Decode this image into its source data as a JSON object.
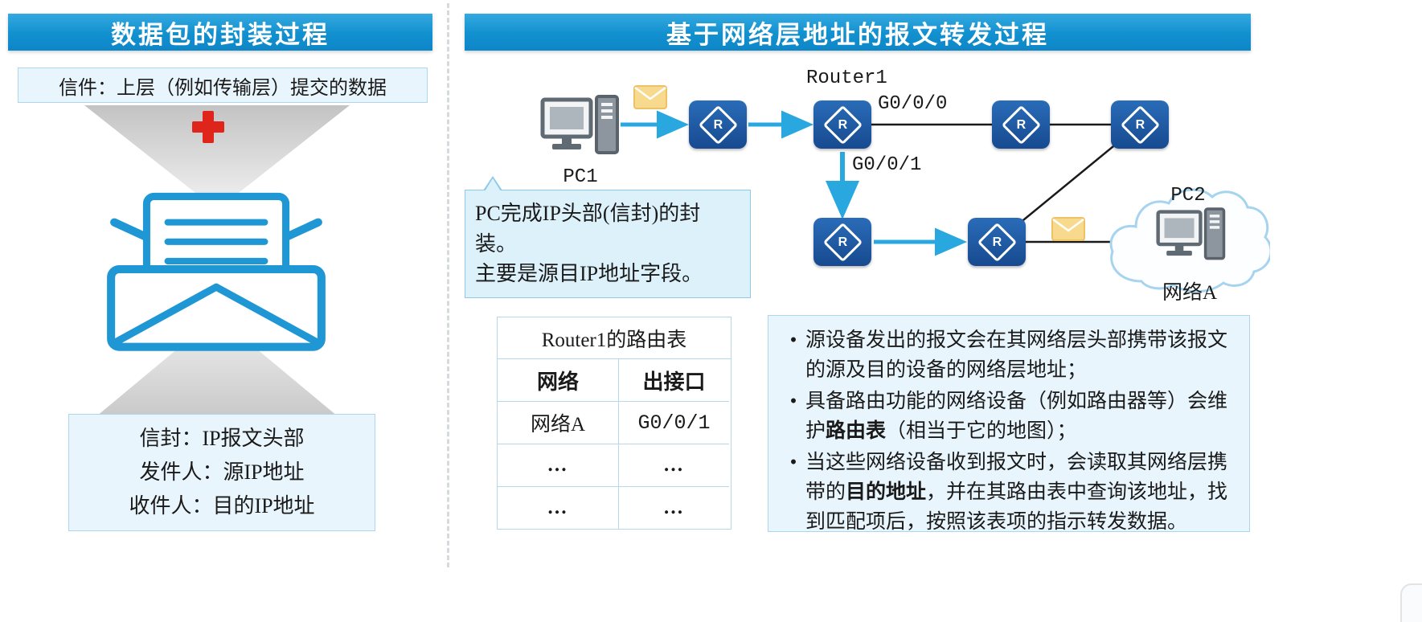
{
  "left_panel": {
    "title": "数据包的封装过程",
    "top_box": "信件：上层（例如传输层）提交的数据",
    "bottom_box": {
      "line1": "信封：IP报文头部",
      "line2": "发件人：源IP地址",
      "line3": "收件人：目的IP地址"
    }
  },
  "right_panel": {
    "title": "基于网络层地址的报文转发过程",
    "topology": {
      "pc1_label": "PC1",
      "router1_label": "Router1",
      "if_g000": "G0/0/0",
      "if_g001": "G0/0/1",
      "pc2_label": "PC2",
      "network_a_label": "网络A",
      "router_glyph": "R"
    },
    "callout": {
      "line1": "PC完成IP头部(信封)的封装。",
      "line2": "主要是源目IP地址字段。"
    },
    "routing_table": {
      "title": "Router1的路由表",
      "col1": "网络",
      "col2": "出接口",
      "rows": [
        {
          "network": "网络A",
          "interface": "G0/0/1"
        },
        {
          "network": "…",
          "interface": "…"
        },
        {
          "network": "…",
          "interface": "…"
        }
      ]
    },
    "bullet_char": "•",
    "bullets": [
      {
        "pre": "源设备发出的报文会在其网络层头部携带该报文的源及目的设备的网络层地址；",
        "bold": "",
        "post": ""
      },
      {
        "pre": "具备路由功能的网络设备（例如路由器等）会维护",
        "bold": "路由表",
        "post": "（相当于它的地图）；"
      },
      {
        "pre": "当这些网络设备收到报文时，会读取其网络层携带的",
        "bold": "目的地址",
        "post": "，并在其路由表中查询该地址，找到匹配项后，按照该表项的指示转发数据。"
      }
    ]
  },
  "colors": {
    "header_blue": "#1190cf",
    "arrow_blue": "#29a8e0",
    "router_blue": "#1f5ba8",
    "envelope_outline": "#1e97d4",
    "mail_yellow": "#f8da8e",
    "box_bg": "#e9f5fc",
    "box_border": "#abd8ef"
  }
}
